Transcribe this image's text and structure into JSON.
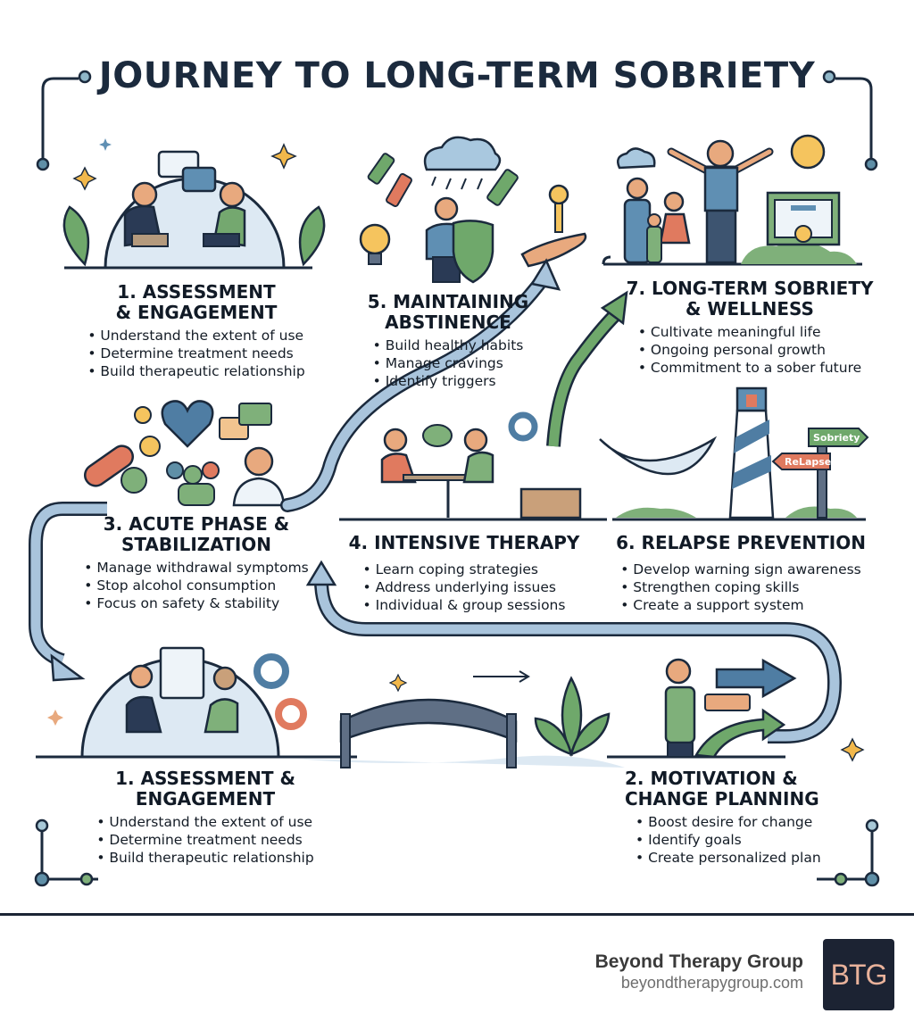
{
  "title": "JOURNEY TO LONG-TERM SOBRIETY",
  "stages": {
    "assessment_top": {
      "heading_line1": "1. ASSESSMENT",
      "heading_line2": "& ENGAGEMENT",
      "bullets": [
        "Understand the extent of use",
        "Determine treatment needs",
        "Build therapeutic relationship"
      ]
    },
    "maintaining": {
      "heading_line1": "5. MAINTAINING",
      "heading_line2": "ABSTINENCE",
      "bullets": [
        "Build healthy habits",
        "Manage cravings",
        "Identify triggers"
      ]
    },
    "long_term": {
      "heading_line1": "7. LONG-TERM SOBRIETY",
      "heading_line2": "& WELLNESS",
      "bullets": [
        "Cultivate meaningful life",
        "Ongoing personal growth",
        "Commitment to a sober future"
      ]
    },
    "acute": {
      "heading_line1": "3. ACUTE PHASE &",
      "heading_line2": "STABILIZATION",
      "bullets": [
        "Manage withdrawal symptoms",
        "Stop alcohol consumption",
        "Focus on safety & stability"
      ]
    },
    "intensive": {
      "heading_line1": "4. INTENSIVE THERAPY",
      "bullets": [
        "Learn coping strategies",
        "Address underlying issues",
        "Individual & group sessions"
      ]
    },
    "relapse": {
      "heading_line1": "6. RELAPSE PREVENTION",
      "bullets": [
        "Develop warning sign awareness",
        "Strengthen coping skills",
        "Create a support system"
      ]
    },
    "assessment_bottom": {
      "heading_line1": "1. ASSESSMENT &",
      "heading_line2": "ENGAGEMENT",
      "bullets": [
        "Understand the extent of use",
        "Determine treatment needs",
        "Build therapeutic relationship"
      ]
    },
    "motivation": {
      "heading_line1": "2. MOTIVATION &",
      "heading_line2": "CHANGE PLANNING",
      "bullets": [
        "Boost desire for change",
        "Identify goals",
        "Create personalized plan"
      ]
    }
  },
  "signpost": {
    "sobriety": "Sobriety",
    "relapse": "ReLapse"
  },
  "footer": {
    "brand_name": "Beyond Therapy Group",
    "brand_url": "beyondtherapygroup.com",
    "logo_text": "BTG"
  },
  "colors": {
    "navy": "#1b2a3d",
    "path_blue": "#a9c4dc",
    "green": "#6fa86b",
    "orange": "#e07a5f",
    "yellow": "#f5c45e",
    "logo_bg": "#1c2333",
    "logo_text": "#e9b29b"
  }
}
